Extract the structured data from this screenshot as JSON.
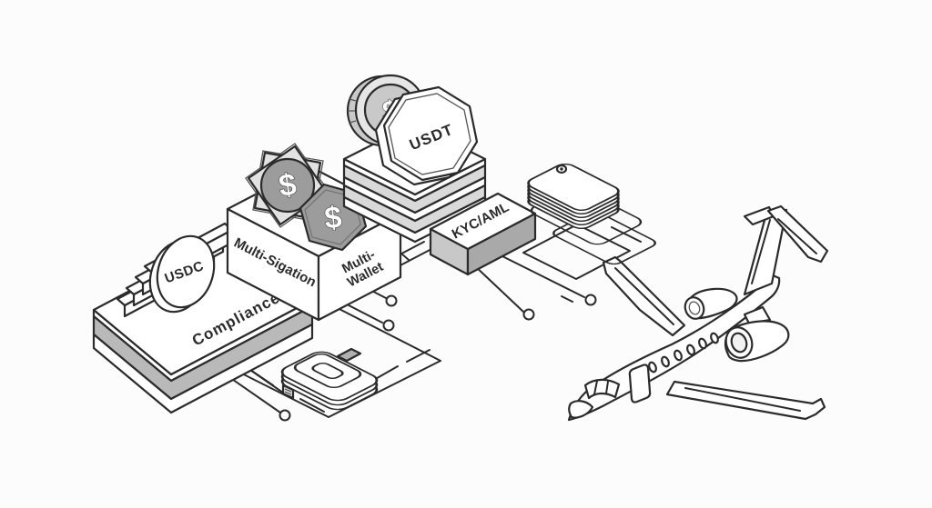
{
  "scene": {
    "background_color": "#fcfcfc",
    "line_color": "#2b2b2b",
    "colors": {
      "slab_side_gray": "#b9b9b9",
      "layer_stripe_gray": "#d9d9d9",
      "coin_gray": "#9c9c9c",
      "badge_gray": "#e2e2e2",
      "kyc_left_face_gray": "#c8c8c8",
      "kyc_right_face_gray": "#a9a9a9",
      "round_coin_face_gray": "#e6e6e6",
      "round_coin_ring_gray": "#c9c9c9",
      "wallet_strap_gray": "#b0b0b0",
      "white": "#ffffff"
    },
    "labels": {
      "usdc_coin": "USDC",
      "compliance_platform": "Compliance",
      "multisig_face": "Multi-Sigation",
      "multiwallet_line1": "Multi-",
      "multiwallet_line2": "Wallet",
      "usdt_coin": "USDT",
      "kyc_aml_box": "KYC/AML",
      "dollar_symbol": "$"
    }
  }
}
